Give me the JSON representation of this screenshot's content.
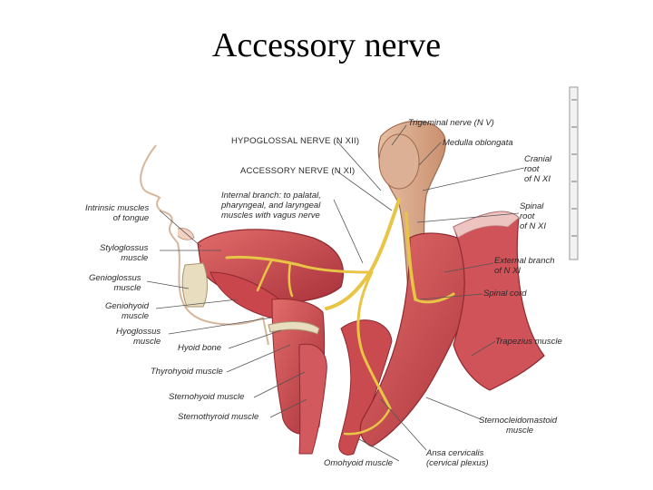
{
  "title": "Accessory nerve",
  "labels": {
    "trigeminal": "Trigeminal nerve (N V)",
    "hypoglossal": "HYPOGLOSSAL NERVE (N XII)",
    "medulla": "Medulla oblongata",
    "accessory": "ACCESSORY NERVE (N XI)",
    "cranial_root_1": "Cranial",
    "cranial_root_2": "root",
    "cranial_root_3": "of N XI",
    "internal_branch_1": "Internal branch: to palatal,",
    "internal_branch_2": "pharyngeal, and laryngeal",
    "internal_branch_3": "muscles with vagus nerve",
    "intrinsic_1": "Intrinsic muscles",
    "intrinsic_2": "of tongue",
    "spinal_root_1": "Spinal",
    "spinal_root_2": "root",
    "spinal_root_3": "of N XI",
    "styloglossus_1": "Styloglossus",
    "styloglossus_2": "muscle",
    "external_branch_1": "External branch",
    "external_branch_2": "of N XI",
    "genioglossus_1": "Genioglossus",
    "genioglossus_2": "muscle",
    "spinal_cord": "Spinal cord",
    "geniohyoid_1": "Geniohyoid",
    "geniohyoid_2": "muscle",
    "hyoglossus_1": "Hyoglossus",
    "hyoglossus_2": "muscle",
    "trapezius": "Trapezius muscle",
    "hyoid_bone": "Hyoid bone",
    "thyrohyoid": "Thyrohyoid muscle",
    "sternohyoid": "Sternohyoid muscle",
    "sternothyroid": "Sternothyroid muscle",
    "sternocleido_1": "Sternocleidomastoid",
    "sternocleido_2": "muscle",
    "ansa_1": "Ansa cervicalis",
    "ansa_2": "(cervical plexus)",
    "omohyoid": "Omohyoid muscle"
  },
  "colors": {
    "muscle": "#c8454a",
    "muscle_light": "#e9a3a0",
    "muscle_dark": "#9e2d33",
    "nerve": "#e8c545",
    "nerve_outline": "#b08a1c",
    "brainstem": "#d9a98d",
    "bone": "#e9ddc0",
    "skin_outline": "#d7b79c",
    "leader": "#555555"
  }
}
